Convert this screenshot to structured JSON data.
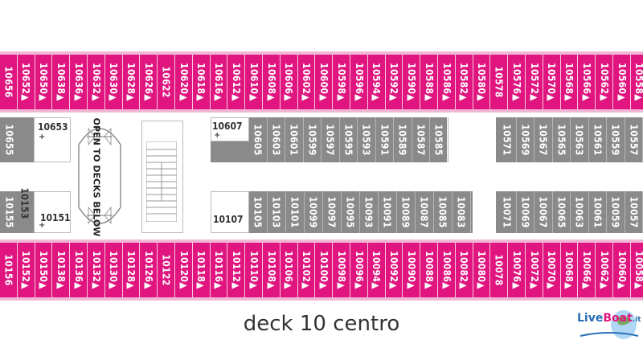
{
  "caption": "deck 10 centro",
  "watermark": {
    "text": "Live",
    "text2": "Boat",
    "suffix": ".it"
  },
  "colors": {
    "pink": "#e0157f",
    "pink_light": "#f2b7d5",
    "gray": "#8a8a8a",
    "white": "#ffffff"
  },
  "elevator_label": "OPEN TO DECKS BELOW",
  "top_row": [
    "10656",
    "10652▲",
    "10650▲",
    "10638▲",
    "10636▲",
    "10632▲",
    "10630▲",
    "10628▲",
    "10626▲",
    "10622",
    "10620▲",
    "10618▲",
    "10616▲",
    "10612▲",
    "10610▲",
    "10608▲",
    "10606▲",
    "10602▲",
    "10600▲",
    "10598▲",
    "10596▲",
    "10594▲",
    "10592▲",
    "10590▲",
    "10588▲",
    "10586▲",
    "10582▲",
    "10580▲",
    "10578",
    "10576▲",
    "10572▲",
    "10570▲",
    "10568▲",
    "10566▲",
    "10562▲",
    "10560▲",
    "10558▲"
  ],
  "bottom_row": [
    "10156",
    "10152▲",
    "10150▲",
    "10138▲",
    "10136▲",
    "10132▲",
    "10130▲",
    "10128▲",
    "10126▲",
    "10122",
    "10120▲",
    "10118▲",
    "10116▲",
    "10112▲",
    "10110▲",
    "10108▲",
    "10106▲",
    "10102▲",
    "10100▲",
    "10098▲",
    "10096▲",
    "10094▲",
    "10092▲",
    "10090▲",
    "10088▲",
    "10086▲",
    "10082▲",
    "10080▲",
    "10078",
    "10076▲",
    "10072▲",
    "10070▲",
    "10068▲",
    "10066▲",
    "10062▲",
    "10060▲",
    "10058▲"
  ],
  "inner_top_left": [
    "10655"
  ],
  "inner_top_white": [
    "10653"
  ],
  "inner_top_mid_label": "10607",
  "inner_top_mid": [
    "10605",
    "10603",
    "10601",
    "10599",
    "10597",
    "10595",
    "10593",
    "10591",
    "10589",
    "10587",
    "10585"
  ],
  "inner_top_right": [
    "10571",
    "10569",
    "10567",
    "10565",
    "10563",
    "10561",
    "10559",
    "10557"
  ],
  "inner_bottom_left": [
    "10155"
  ],
  "inner_bottom_white": [
    "10153"
  ],
  "inner_bottom_white_label": "10151",
  "inner_bottom_mid_label": "10107",
  "inner_bottom_mid": [
    "10105",
    "10103",
    "10101",
    "10099",
    "10097",
    "10095",
    "10093",
    "10091",
    "10089",
    "10087",
    "10085",
    "10083"
  ],
  "inner_bottom_right": [
    "10071",
    "10069",
    "10067",
    "10065",
    "10063",
    "10061",
    "10059",
    "10057"
  ]
}
